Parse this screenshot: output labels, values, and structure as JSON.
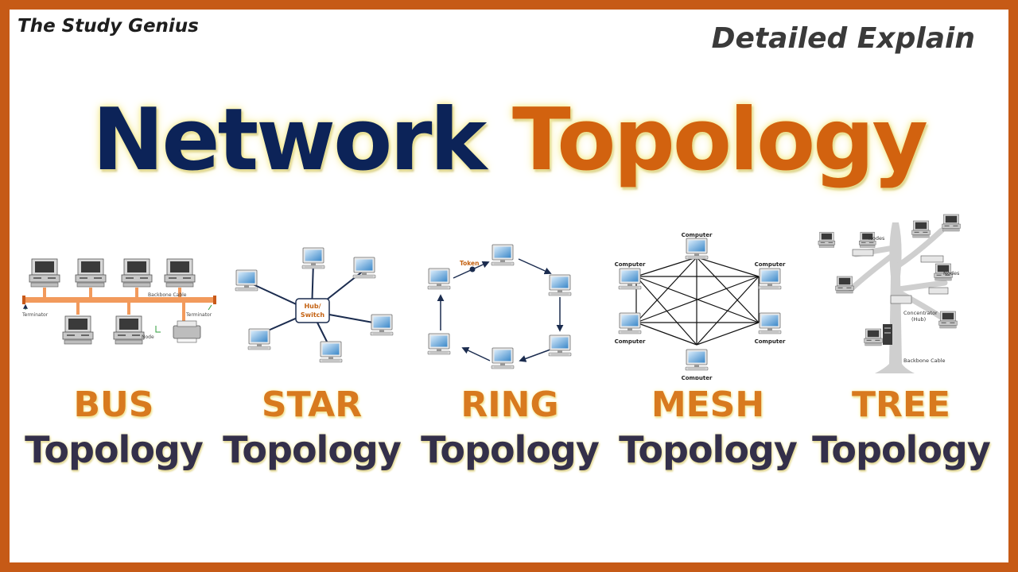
{
  "header": {
    "brand": "The Study Genius",
    "subtitle": "Detailed Explain",
    "title_word1": "Network",
    "title_word2": "Topology"
  },
  "topologies": [
    {
      "kind": "BUS",
      "word": "Topology"
    },
    {
      "kind": "STAR",
      "word": "Topology"
    },
    {
      "kind": "RING",
      "word": "Topology"
    },
    {
      "kind": "MESH",
      "word": "Topology"
    },
    {
      "kind": "TREE",
      "word": "Topology"
    }
  ],
  "diagrams": {
    "bus": {
      "backbone": "Backbone Cable",
      "terminator_left": "Terminator",
      "terminator_right": "Terminator",
      "node": "Node"
    },
    "star": {
      "hub_line1": "Hub/",
      "hub_line2": "Switch"
    },
    "ring": {
      "token": "Token"
    },
    "mesh": {
      "computer": "Computer"
    },
    "tree": {
      "nodes_top": "Nodes",
      "nodes_right": "Nodes",
      "concentrator": "Concentrator",
      "hub": "(Hub)",
      "backbone": "Backbone Cable"
    }
  },
  "colors": {
    "border": "#c65a16",
    "title_primary": "#0c2358",
    "title_accent": "#d2620f",
    "kind_label": "#d87a1f",
    "word_label": "#34304a",
    "bus_cable": "#f29a5c",
    "line_dark": "#1b2c4f"
  },
  "icons": [
    "computer-icon",
    "server-icon",
    "printer-icon"
  ]
}
